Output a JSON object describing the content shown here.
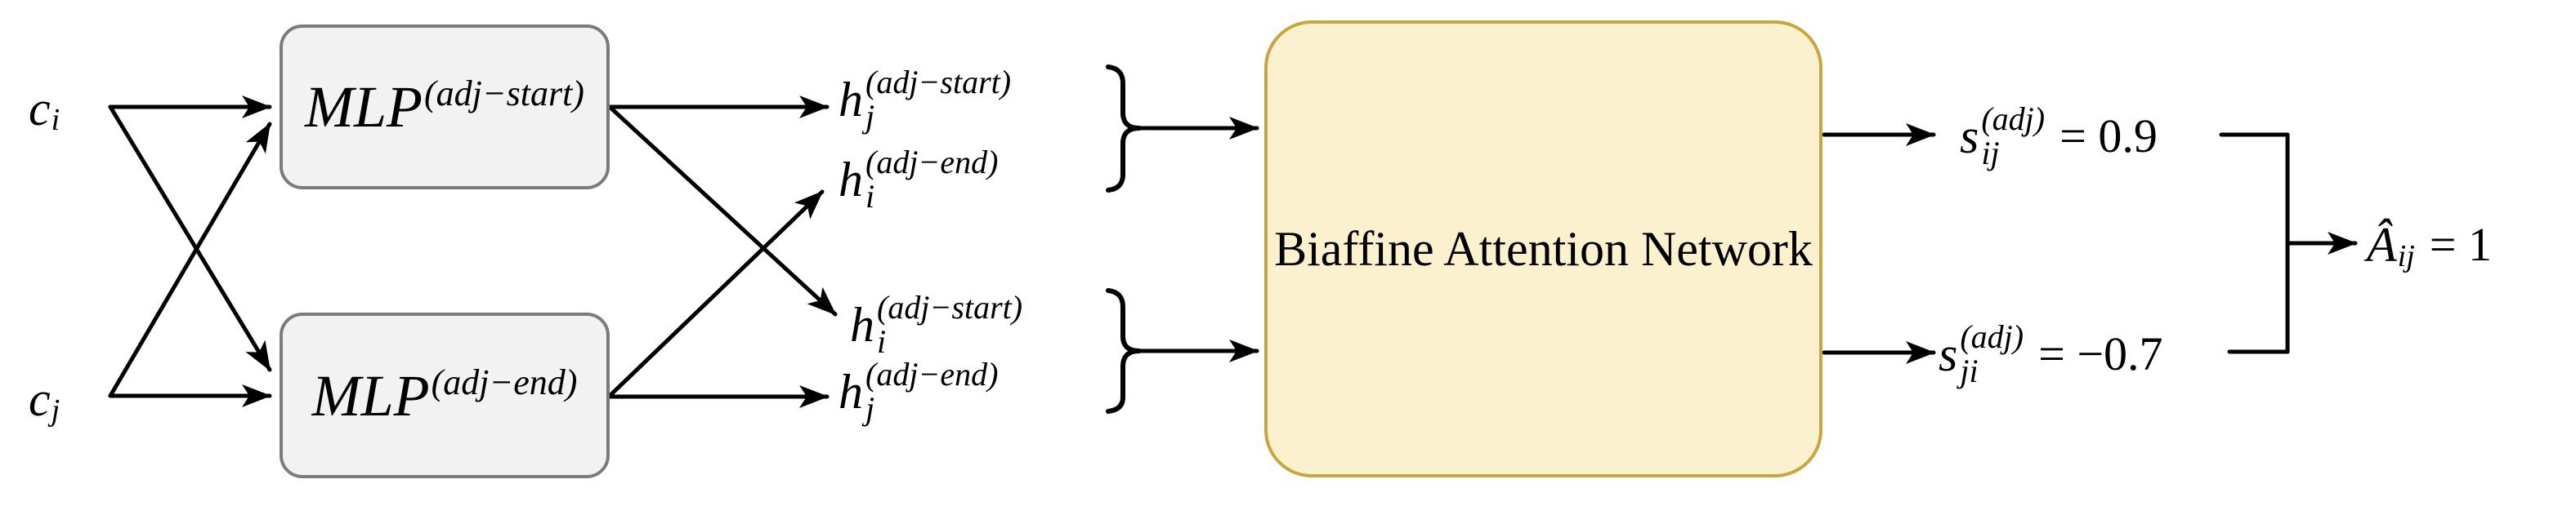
{
  "diagram": {
    "inputs": {
      "ci": {
        "base": "c",
        "sub": "i"
      },
      "cj": {
        "base": "c",
        "sub": "j"
      }
    },
    "mlps": [
      {
        "base": "MLP",
        "sup": "(adj−start)"
      },
      {
        "base": "MLP",
        "sup": "(adj−end)"
      }
    ],
    "hidden": [
      {
        "base": "h",
        "sup": "(adj−start)",
        "sub": "j"
      },
      {
        "base": "h",
        "sup": "(adj−end)",
        "sub": "i"
      },
      {
        "base": "h",
        "sup": "(adj−start)",
        "sub": "i"
      },
      {
        "base": "h",
        "sup": "(adj−end)",
        "sub": "j"
      }
    ],
    "network": {
      "label": "Biaffine Attention Network"
    },
    "scores": [
      {
        "base": "s",
        "sup": "(adj)",
        "sub": "ij",
        "rhs": "= 0.9"
      },
      {
        "base": "s",
        "sup": "(adj)",
        "sub": "ji",
        "rhs": "= −0.7"
      }
    ],
    "output": {
      "base": "Â",
      "sub": "ij",
      "rhs": "= 1"
    },
    "colors": {
      "network_fill": "#FBF1CF",
      "network_border": "#C9A53F",
      "mlp_fill": "#F2F2F2",
      "mlp_border": "#7B7B7B",
      "line": "#000000",
      "text": "#000000"
    }
  }
}
